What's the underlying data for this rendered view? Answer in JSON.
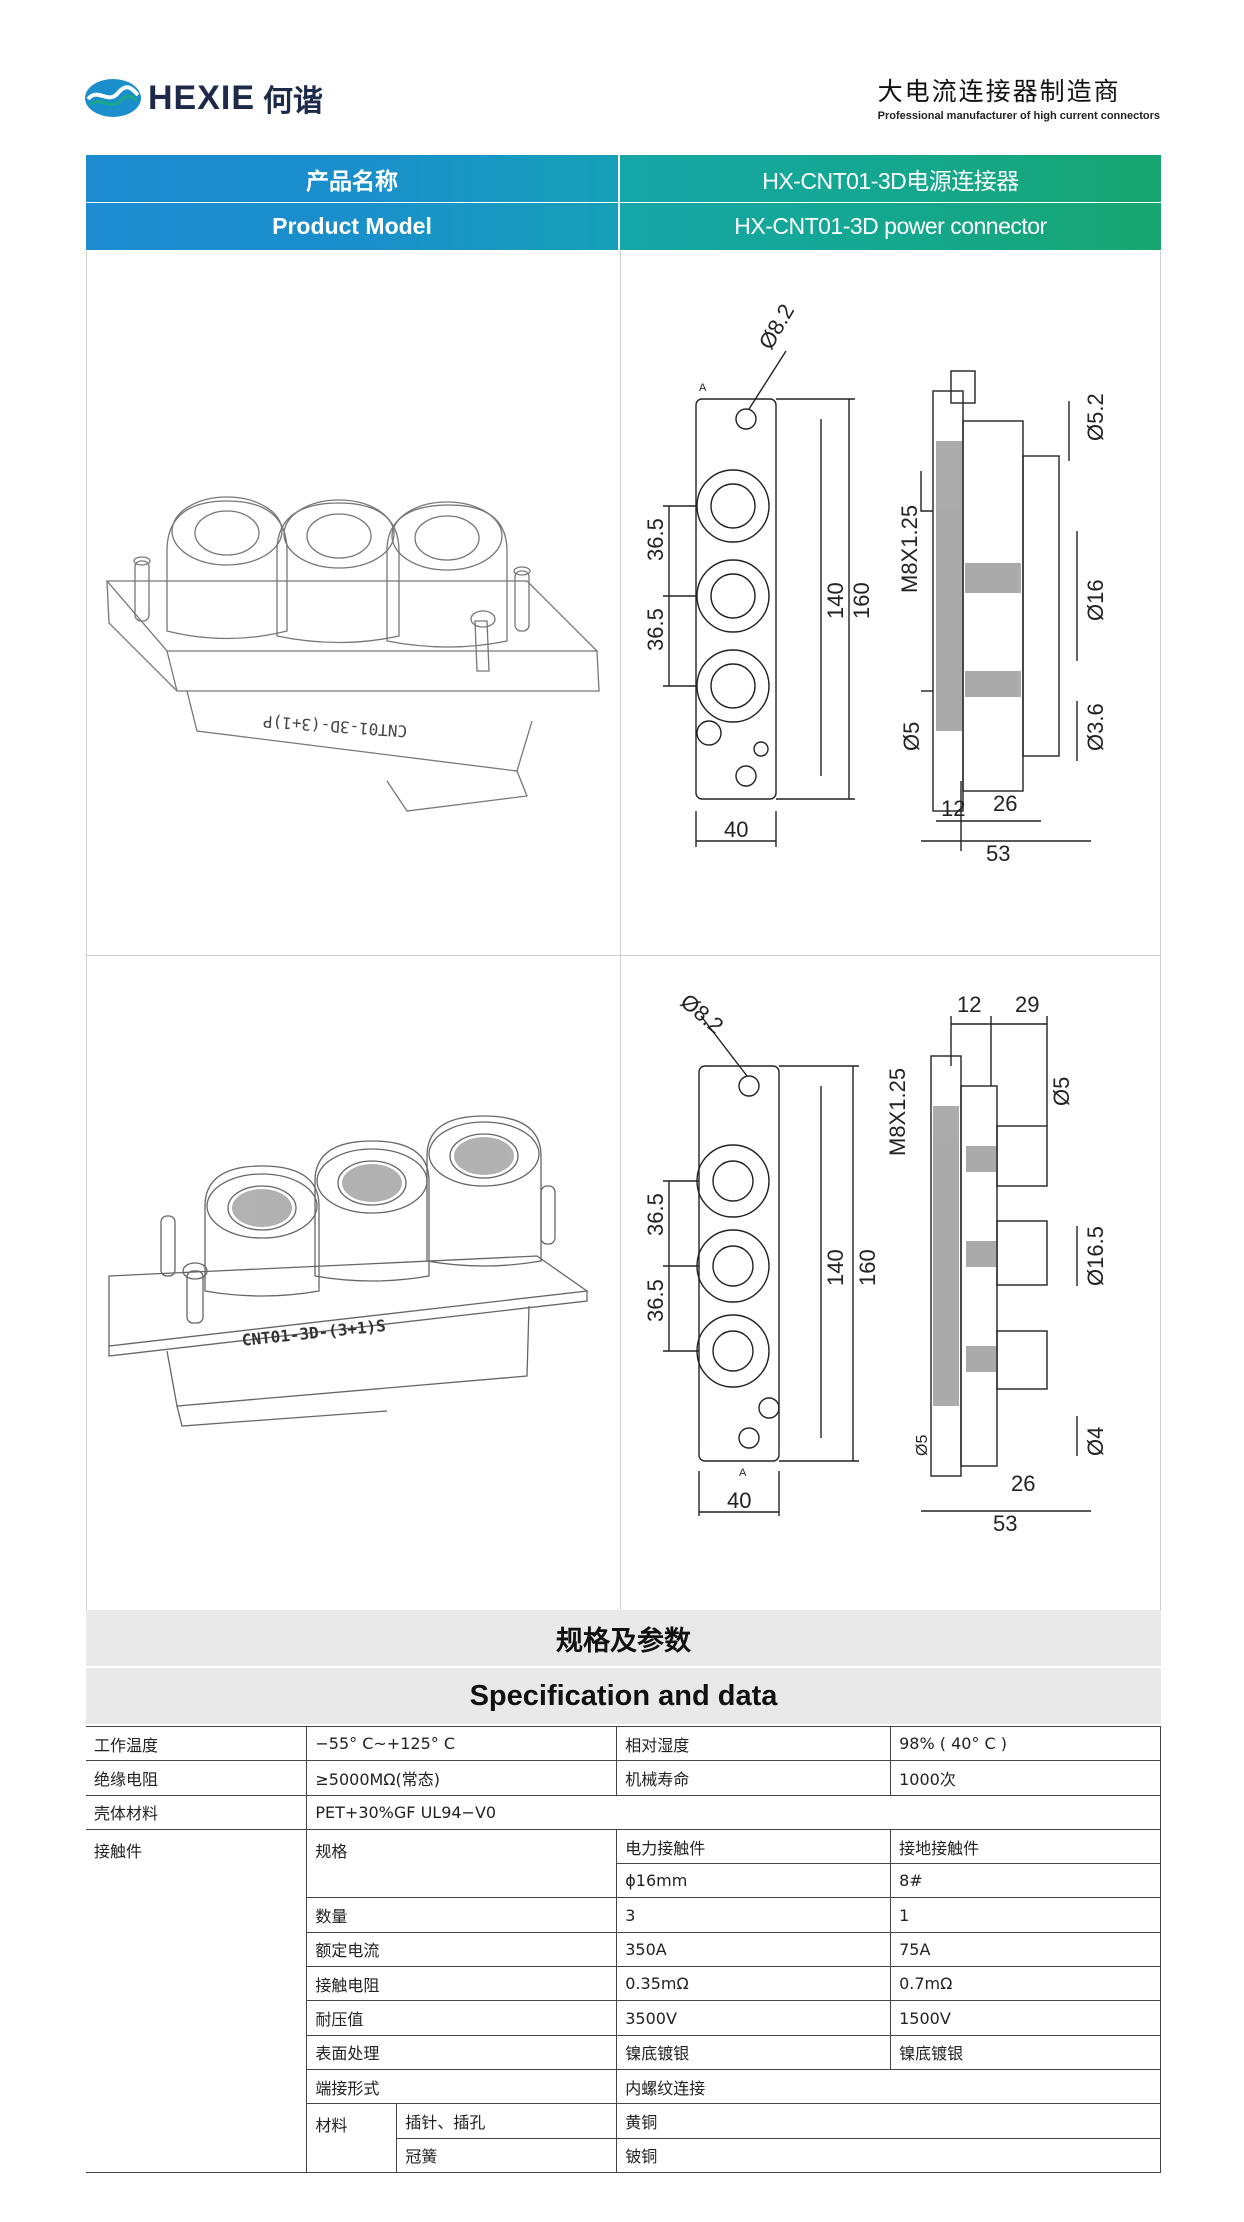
{
  "header": {
    "logo_en": "HEXIE",
    "logo_cn": "何谐",
    "tagline_cn": "大电流连接器制造商",
    "tagline_en": "Professional manufacturer of high current connectors"
  },
  "product": {
    "name_label_cn": "产品名称",
    "name_value_cn": "HX-CNT01-3D电源连接器",
    "model_label_en": "Product Model",
    "model_value_en": "HX-CNT01-3D power connector"
  },
  "drawing1": {
    "part_marking": "CNT01-3D-(3+1)P",
    "d_hole": "Ø8.2",
    "pitch1": "36.5",
    "pitch2": "36.5",
    "h_inner": "140",
    "h_outer": "160",
    "width": "40",
    "thread": "M8X1.25",
    "d_top": "Ø5.2",
    "d_mid": "Ø16",
    "d_bot": "Ø3.6",
    "d_pin": "Ø5",
    "dim_12": "12",
    "dim_26": "26",
    "dim_53": "53",
    "section_mark": "A"
  },
  "drawing2": {
    "part_marking": "CNT01-3D-(3+1)S",
    "d_hole": "Ø8.2",
    "pitch1": "36.5",
    "pitch2": "36.5",
    "h_inner": "140",
    "h_outer": "160",
    "width": "40",
    "thread": "M8X1.25",
    "d_top": "Ø5",
    "d_mid": "Ø16.5",
    "d_bot": "Ø4",
    "d_pin": "Ø5",
    "dim_12": "12",
    "dim_29": "29",
    "dim_26": "26",
    "dim_53": "53",
    "section_mark": "A"
  },
  "spec": {
    "title_cn": "规格及参数",
    "title_en": "Specification and data",
    "rows": {
      "temp_label": "工作温度",
      "temp_value": "−55° C~+125° C",
      "humidity_label": "相对湿度",
      "humidity_value": "98% ( 40° C )",
      "insulation_label": "绝缘电阻",
      "insulation_value": "≥5000MΩ(常态)",
      "life_label": "机械寿命",
      "life_value": "1000次",
      "shell_label": "壳体材料",
      "shell_value": "PET+30%GF UL94−V0",
      "contact_label": "接触件",
      "spec_label": "规格",
      "power_contact": "电力接触件",
      "ground_contact": "接地接触件",
      "power_size": "ϕ16mm",
      "ground_size": "8#",
      "qty_label": "数量",
      "qty_power": "3",
      "qty_ground": "1",
      "current_label": "额定电流",
      "current_power": "350A",
      "current_ground": "75A",
      "resistance_label": "接触电阻",
      "resistance_power": "0.35mΩ",
      "resistance_ground": "0.7mΩ",
      "voltage_label": "耐压值",
      "voltage_power": "3500V",
      "voltage_ground": "1500V",
      "surface_label": "表面处理",
      "surface_power": "镍底镀银",
      "surface_ground": "镍底镀银",
      "terminal_label": "端接形式",
      "terminal_value": "内螺纹连接",
      "material_label": "材料",
      "pin_label": "插针、插孔",
      "pin_value": "黄铜",
      "spring_label": "冠簧",
      "spring_value": "铍铜"
    }
  },
  "colors": {
    "band_left": "#1a8fcc",
    "band_right": "#14a78f",
    "spec_band": "#e9e9e9",
    "logo": "#1d2a4a"
  }
}
